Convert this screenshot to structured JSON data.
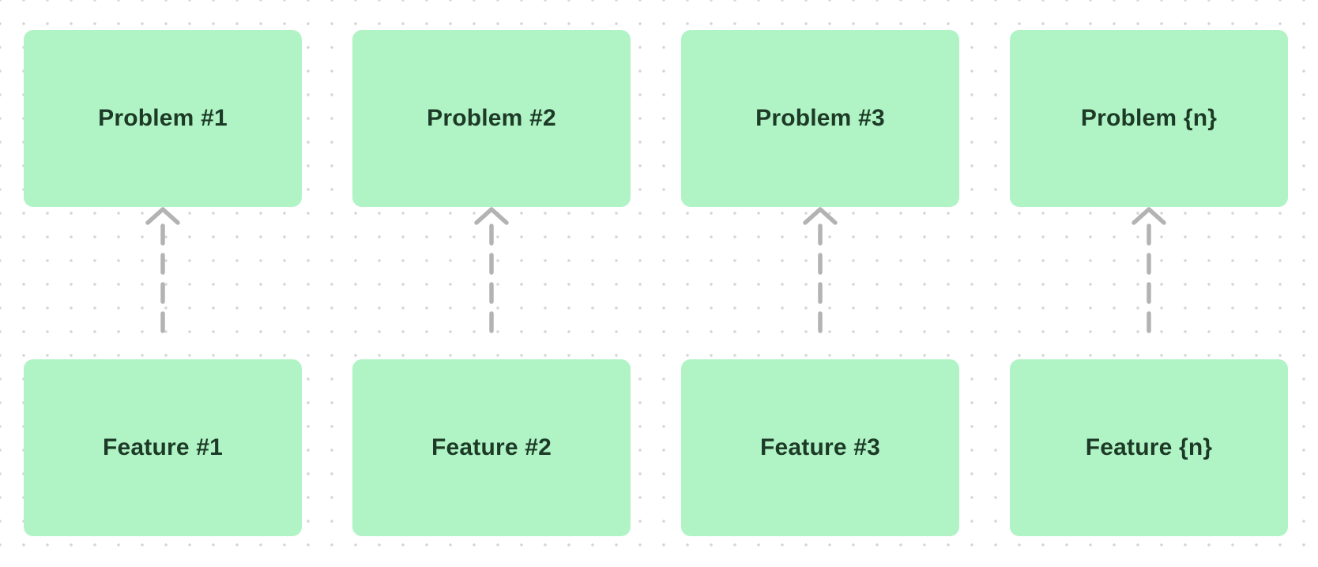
{
  "colors": {
    "card_fill": "#b0f4c6",
    "card_text": "#1d3a26",
    "connector": "#b3b3b3"
  },
  "columns": [
    {
      "problem": "Problem #1",
      "feature": "Feature #1"
    },
    {
      "problem": "Problem #2",
      "feature": "Feature #2"
    },
    {
      "problem": "Problem #3",
      "feature": "Feature #3"
    },
    {
      "problem": "Problem {n}",
      "feature": "Feature {n}"
    }
  ],
  "connector_icon": "dashed-arrow-up-icon"
}
